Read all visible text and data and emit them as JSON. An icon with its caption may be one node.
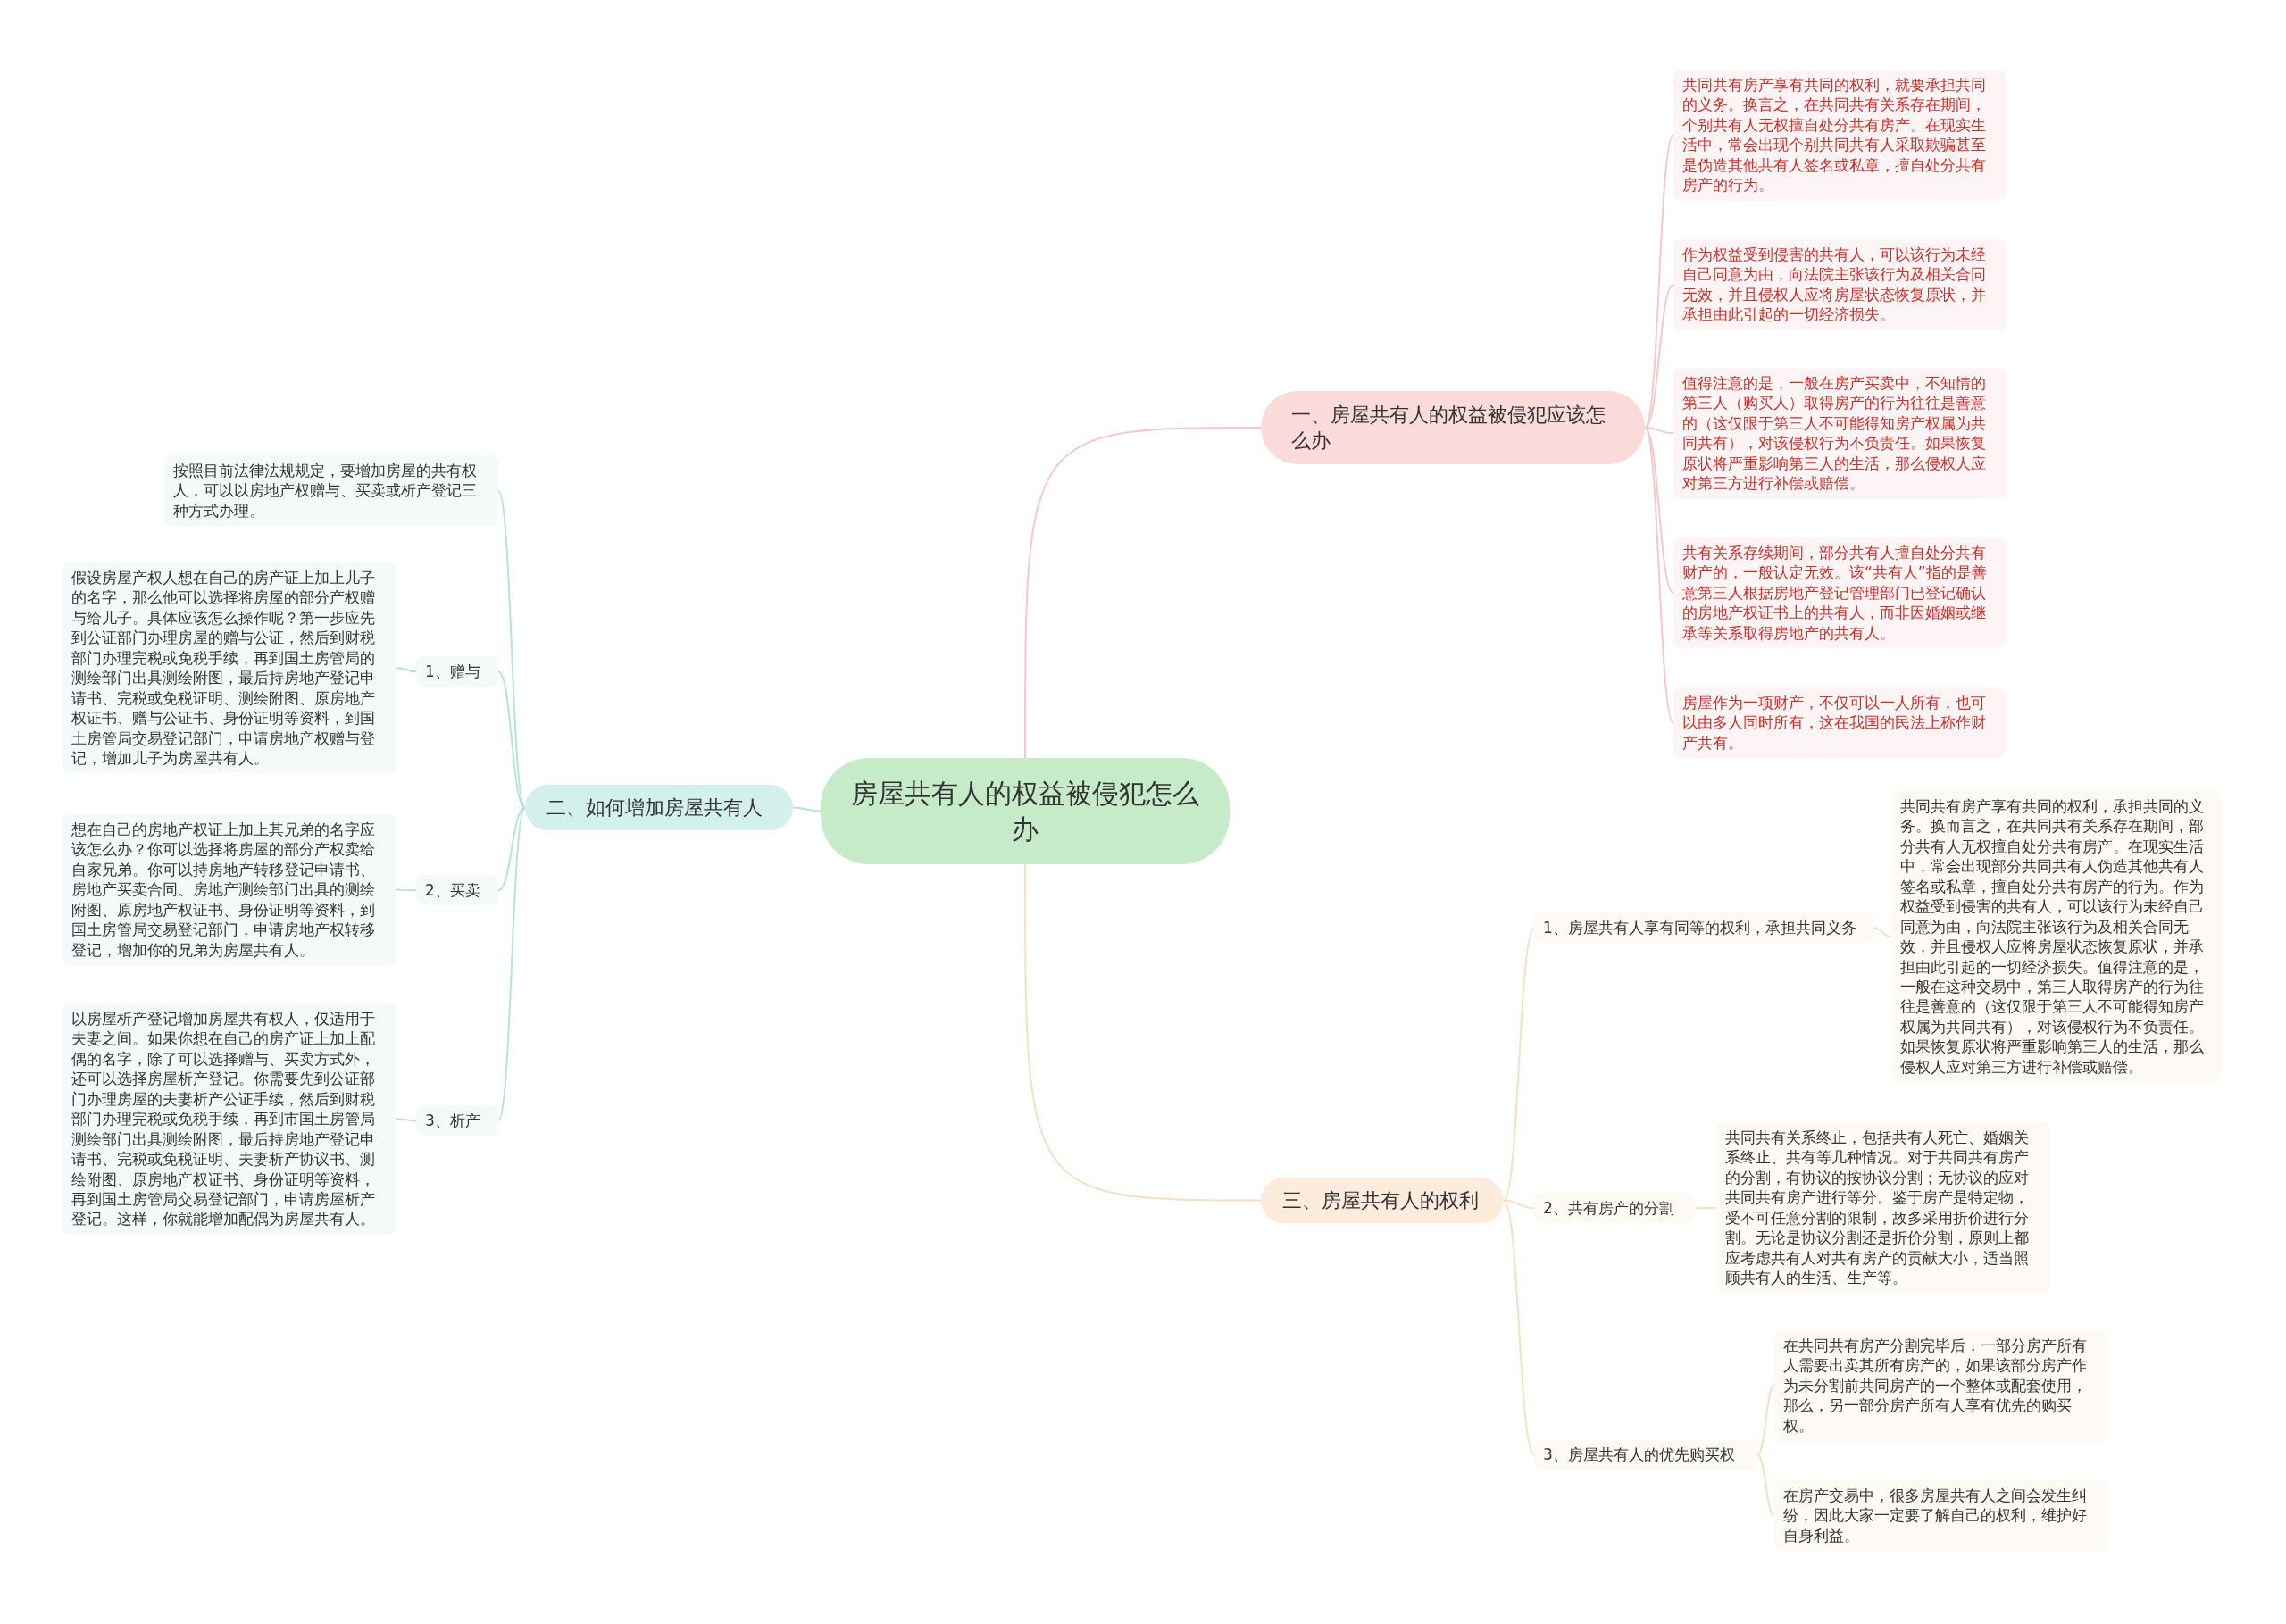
{
  "diagram": {
    "nodes": [
      {
        "text": [
          "房屋共有人的权益被侵犯怎么办"
        ]
      },
      {
        "text": [
          "一、房屋共有人的权益被侵犯应该怎么办"
        ]
      },
      {
        "text": [
          "共同共有房产享有共同的权利，就要承担共同的义务。换言之，在共同共有关系存在期间，个别共有人无权擅自处分共有房产。在现实生活中，常会出现个别共同共有人采取欺骗甚至是伪造其他共有人签名或私章，擅自处分共有房产的行为。"
        ]
      },
      {
        "text": [
          "作为权益受到侵害的共有人，可以该行为未经自己同意为由，向法院主张该行为及相关合同无效，并且侵权人应将房屋状态恢复原状，并承担由此引起的一切经济损失。"
        ]
      },
      {
        "text": [
          "值得注意的是，一般在房产买卖中，不知情的第三人（购买人）取得房产的行为往往是善意的（这仅限于第三人不可能得知房产权属为共同共有），对该侵权行为不负责任。如果恢复原状将严重影响第三人的生活，那么侵权人应对第三方进行补偿或赔偿。"
        ]
      },
      {
        "text": [
          "共有关系存续期间，部分共有人擅自处分共有财产的，一般认定无效。该“共有人”指的是善意第三人根据房地产登记管理部门已登记确认的房地产权证书上的共有人，而非因婚姻或继承等关系取得房地产的共有人。"
        ]
      },
      {
        "text": [
          "房屋作为一项财产，不仅可以一人所有，也可以由多人同时所有，这在我国的民法上称作财产共有。"
        ]
      },
      {
        "text": [
          "二、如何增加房屋共有人"
        ]
      },
      {
        "text": [
          "按照目前法律法规规定，要增加房屋的共有权人，可以以房地产权赠与、买卖或析产登记三种方式办理。"
        ]
      },
      {
        "text": [
          "1、赠与"
        ]
      },
      {
        "text": [
          "假设房屋产权人想在自己的房产证上加上儿子的名字，那么他可以选择将房屋的部分产权赠与给儿子。具体应该怎么操作呢？第一步应先到公证部门办理房屋的赠与公证，然后到财税部门办理完税或免税手续，再到国土房管局的测绘部门出具测绘附图，最后持房地产登记申请书、完税或免税证明、测绘附图、原房地产权证书、赠与公证书、身份证明等资料，到国土房管局交易登记部门，申请房地产权赠与登记，增加儿子为房屋共有人。"
        ]
      },
      {
        "text": [
          "2、买卖"
        ]
      },
      {
        "text": [
          "想在自己的房地产权证上加上其兄弟的名字应该怎么办？你可以选择将房屋的部分产权卖给自家兄弟。你可以持房地产转移登记申请书、房地产买卖合同、房地产测绘部门出具的测绘附图、原房地产权证书、身份证明等资料，到国土房管局交易登记部门，申请房地产权转移登记，增加你的兄弟为房屋共有人。"
        ]
      },
      {
        "text": [
          "3、析产"
        ]
      },
      {
        "text": [
          "以房屋析产登记增加房屋共有权人，仅适用于夫妻之间。如果你想在自己的房产证上加上配偶的名字，除了可以选择赠与、买卖方式外，还可以选择房屋析产登记。你需要先到公证部门办理房屋的夫妻析产公证手续，然后到财税部门办理完税或免税手续，再到市国土房管局测绘部门出具测绘附图，最后持房地产登记申请书、完税或免税证明、夫妻析产协议书、测绘附图、原房地产权证书、身份证明等资料，再到国土房管局交易登记部门，申请房屋析产登记。这样，你就能增加配偶为房屋共有人。"
        ]
      },
      {
        "text": [
          "三、房屋共有人的权利"
        ]
      },
      {
        "text": [
          "1、房屋共有人享有同等的权利，承担共同义务"
        ]
      },
      {
        "text": [
          "共同共有房产享有共同的权利，承担共同的义务。换而言之，在共同共有关系存在期间，部分共有人无权擅自处分共有房产。在现实生活中，常会出现部分共同共有人伪造其他共有人签名或私章，擅自处分共有房产的行为。作为权益受到侵害的共有人，可以该行为未经自己同意为由，向法院主张该行为及相关合同无效，并且侵权人应将房屋状态恢复原状，并承担由此引起的一切经济损失。值得注意的是，一般在这种交易中，第三人取得房产的行为往往是善意的（这仅限于第三人不可能得知房产权属为共同共有），对该侵权行为不负责任。如果恢复原状将严重影响第三人的生活，那么侵权人应对第三方进行补偿或赔偿。"
        ]
      },
      {
        "text": [
          "2、共有房产的分割"
        ]
      },
      {
        "text": [
          "共同共有关系终止，包括共有人死亡、婚姻关系终止、共有等几种情况。对于共同共有房产的分割，有协议的按协议分割；无协议的应对共同共有房产进行等分。鉴于房产是特定物，受不可任意分割的限制，故多采用折价进行分割。无论是协议分割还是折价分割，原则上都应考虑共有人对共有房产的贡献大小，适当照顾共有人的生活、生产等。"
        ]
      },
      {
        "text": [
          "3、房屋共有人的优先购买权"
        ]
      },
      {
        "text": [
          "在共同共有房产分割完毕后，一部分房产所有人需要出卖其所有房产的，如果该部分房产作为未分割前共同房产的一个整体或配套使用，那么，另一部分房产所有人享有优先的购买权。"
        ]
      },
      {
        "text": [
          "在房产交易中，很多房屋共有人之间会发生纠纷，因此大家一定要了解自己的权利，维护好自身利益。"
        ]
      }
    ],
    "edges": [
      {
        "from": 0,
        "to": 1,
        "arrow": "none",
        "color": "#f4c9c8"
      },
      {
        "from": 1,
        "to": 2,
        "arrow": "none",
        "color": "#f4c9c8"
      },
      {
        "from": 1,
        "to": 3,
        "arrow": "none",
        "color": "#f4c9c8"
      },
      {
        "from": 1,
        "to": 4,
        "arrow": "none",
        "color": "#f4c9c8"
      },
      {
        "from": 1,
        "to": 5,
        "arrow": "none",
        "color": "#f4c9c8"
      },
      {
        "from": 1,
        "to": 6,
        "arrow": "none",
        "color": "#f4c9c8"
      },
      {
        "from": 0,
        "to": 7,
        "arrow": "none",
        "color": "#b5e3dc"
      },
      {
        "from": 7,
        "to": 8,
        "arrow": "none",
        "color": "#b5e3dc"
      },
      {
        "from": 7,
        "to": 9,
        "arrow": "none",
        "color": "#b5e3dc"
      },
      {
        "from": 9,
        "to": 10,
        "arrow": "none",
        "color": "#b5e3dc"
      },
      {
        "from": 7,
        "to": 11,
        "arrow": "none",
        "color": "#b5e3dc"
      },
      {
        "from": 11,
        "to": 12,
        "arrow": "none",
        "color": "#b5e3dc"
      },
      {
        "from": 7,
        "to": 13,
        "arrow": "none",
        "color": "#b5e3dc"
      },
      {
        "from": 13,
        "to": 14,
        "arrow": "none",
        "color": "#b5e3dc"
      },
      {
        "from": 0,
        "to": 15,
        "arrow": "none"
      },
      {
        "from": 15,
        "to": 16,
        "arrow": "none"
      },
      {
        "from": 16,
        "to": 17,
        "arrow": "none"
      },
      {
        "from": 15,
        "to": 18,
        "arrow": "none"
      },
      {
        "from": 18,
        "to": 19,
        "arrow": "none"
      },
      {
        "from": 15,
        "to": 20,
        "arrow": "none"
      },
      {
        "from": 20,
        "to": 21,
        "arrow": "none"
      },
      {
        "from": 20,
        "to": 22,
        "arrow": "none"
      }
    ]
  }
}
